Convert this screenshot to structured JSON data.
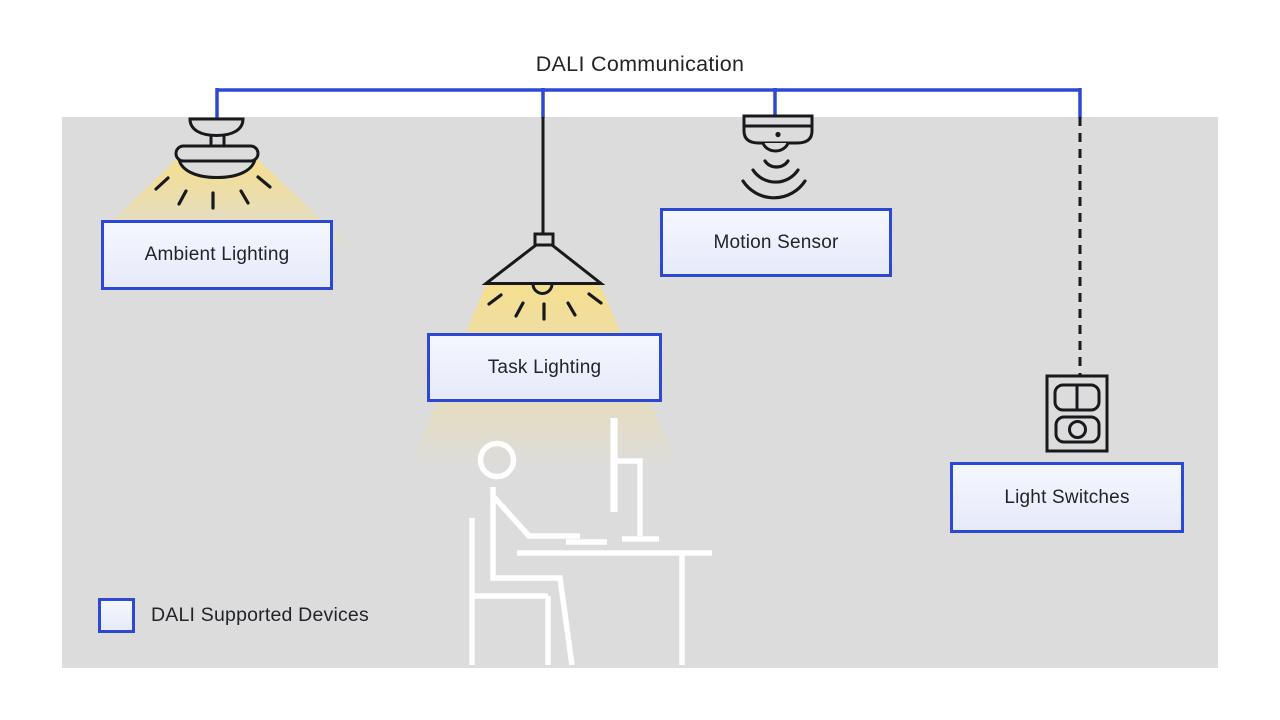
{
  "title": "DALI Communication",
  "legend": {
    "label": "DALI Supported Devices",
    "swatch_icon": "dali-device-swatch"
  },
  "nodes": {
    "ambient": {
      "label": "Ambient Lighting",
      "icon": "ceiling-light-icon"
    },
    "task": {
      "label": "Task Lighting",
      "icon": "pendant-lamp-icon"
    },
    "motion": {
      "label": "Motion Sensor",
      "icon": "motion-sensor-icon"
    },
    "switches": {
      "label": "Light Switches",
      "icon": "light-switch-icon"
    }
  },
  "colors": {
    "bus_blue": "#2d49d4",
    "box_border": "#2d49d4",
    "box_fill_top": "#f5f7fe",
    "box_fill_bottom": "#e6eaf9",
    "room_gray": "#dcdcdc",
    "outline_black": "#17191c",
    "beam_yellow": "#f6df8c",
    "figure_white": "#ffffff",
    "text_dark": "#212429"
  }
}
